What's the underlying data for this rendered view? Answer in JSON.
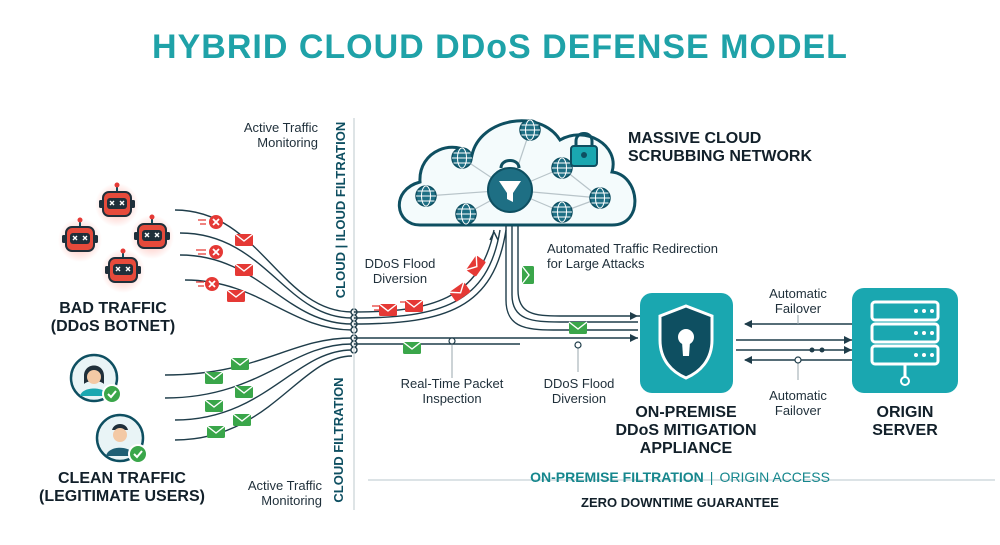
{
  "title": "HYBRID CLOUD DDoS DEFENSE MODEL",
  "cloud": {
    "title_line1": "MASSIVE CLOUD",
    "title_line2": "SCRUBBING NETWORK"
  },
  "labels": {
    "active_top_line1": "Active Traffic",
    "active_top_line2": "Monitoring",
    "flood_diversion_left_line1": "DDoS Flood",
    "flood_diversion_left_line2": "Diversion",
    "redirect_line1": "Automated Traffic Redirection",
    "redirect_line2": "for Large Attacks",
    "failover_top_line1": "Automatic",
    "failover_top_line2": "Failover",
    "failover_bottom_line1": "Automatic",
    "failover_bottom_line2": "Failover",
    "rtpi_line1": "Real-Time Packet",
    "rtpi_line2": "Inspection",
    "flood_diversion_right_line1": "DDoS Flood",
    "flood_diversion_right_line2": "Diversion",
    "active_bottom_line1": "Active Traffic",
    "active_bottom_line2": "Monitoring"
  },
  "bad_traffic": {
    "line1": "BAD TRAFFIC",
    "line2": "(DDoS BOTNET)"
  },
  "clean_traffic": {
    "line1": "CLEAN TRAFFIC",
    "line2": "(LEGITIMATE USERS)"
  },
  "appliance": {
    "line1": "ON-PREMISE",
    "line2": "DDoS MITIGATION",
    "line3": "APPLIANCE"
  },
  "origin": {
    "line1": "ORIGIN",
    "line2": "SERVER"
  },
  "vertical": {
    "top": "CLOUD  |  ILOUD FILTRATION",
    "bottom": "CLOUD FILTRATION"
  },
  "bottom": {
    "part1": "ON-PREMISE FILTRATION",
    "separator": "|",
    "part2": "ORIGIN ACCESS",
    "guarantee": "ZERO DOWNTIME GUARANTEE"
  },
  "colors": {
    "accent": "#1fa2a8",
    "dark": "#0e4f61",
    "bad": "#e53935",
    "good": "#43a047",
    "appliance": "#1aa7b0"
  },
  "icons": {
    "bot": "robot-icon",
    "user": "user-icon",
    "cloud": "cloud-icon",
    "filter": "funnel-icon",
    "lock": "padlock-icon",
    "globe": "globe-icon",
    "shield": "shield-lock-icon",
    "server": "server-icon",
    "envelope": "envelope-icon",
    "blocked": "blocked-x-icon",
    "check": "checkmark-icon"
  }
}
